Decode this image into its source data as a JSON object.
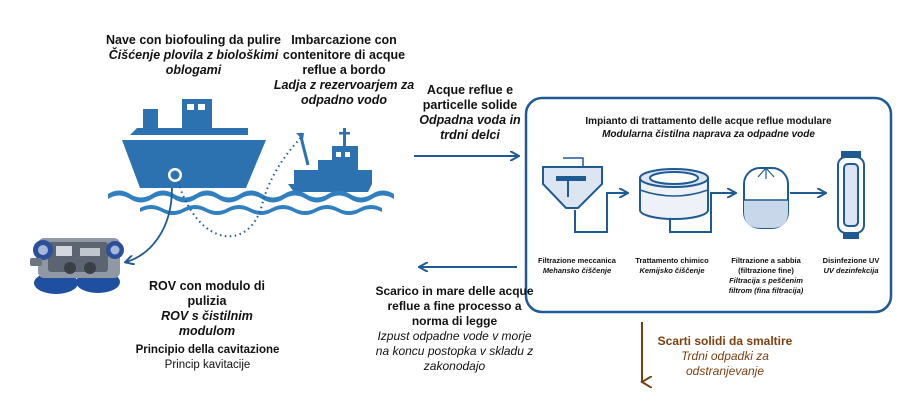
{
  "ship": {
    "title": "Nave con biofouling da pulire",
    "subtitle_line1": "Čišćenje plovila z biološkimi",
    "subtitle_line2": "oblogami"
  },
  "boat": {
    "title_line1": "Imbarcazione con",
    "title_line2": "contenitore di acque",
    "title_line3": "reflue a bordo",
    "subtitle_line1": "Ladja z rezervoarjem za",
    "subtitle_line2": "odpadno vodo"
  },
  "wastewater": {
    "title_line1": "Acque reflue e",
    "title_line2": "particelle solide",
    "subtitle_line1": "Odpadna voda in",
    "subtitle_line2": "trdni delci"
  },
  "plant": {
    "title": "Impianto di trattamento delle acque reflue modulare",
    "subtitle": "Modularna čistilna naprava za odpadne vode",
    "steps": [
      {
        "title": "Filtrazione meccanica",
        "subtitle": "Mehansko čiščenje"
      },
      {
        "title": "Trattamento chimico",
        "subtitle": "Kemijsko čiščenje"
      },
      {
        "title_line1": "Filtrazione a sabbia",
        "title_line2": "(filtrazione fine)",
        "subtitle_line1": "Filtracija s peščenim",
        "subtitle_line2": "filtrom (fina filtracija)"
      },
      {
        "title": "Disinfezione UV",
        "subtitle": "UV dezinfekcija"
      }
    ]
  },
  "discharge": {
    "title_line1": "Scarico in mare delle acque",
    "title_line2": "reflue a fine processo a",
    "title_line3": "norma di legge",
    "subtitle_line1": "Izpust odpadne vode v morje",
    "subtitle_line2": "na koncu postopka v skladu z",
    "subtitle_line3": "zakonodajo"
  },
  "rov": {
    "title_line1": "ROV con modulo di",
    "title_line2": "pulizia",
    "subtitle_line1": "ROV s čistilnim",
    "subtitle_line2": "modulom",
    "principle_title": "Principio della cavitazione",
    "principle_subtitle": "Princip kavitacije"
  },
  "solids": {
    "title": "Scarti solidi da smaltire",
    "subtitle_line1": "Trdni odpadki za",
    "subtitle_line2": "odstranjevanje"
  },
  "colors": {
    "primary_blue": "#2d72b0",
    "dark_blue": "#1f5a93",
    "light_blue": "#dce6f2",
    "brown": "#7b3f10",
    "sea_blue": "#2f7fc1"
  }
}
